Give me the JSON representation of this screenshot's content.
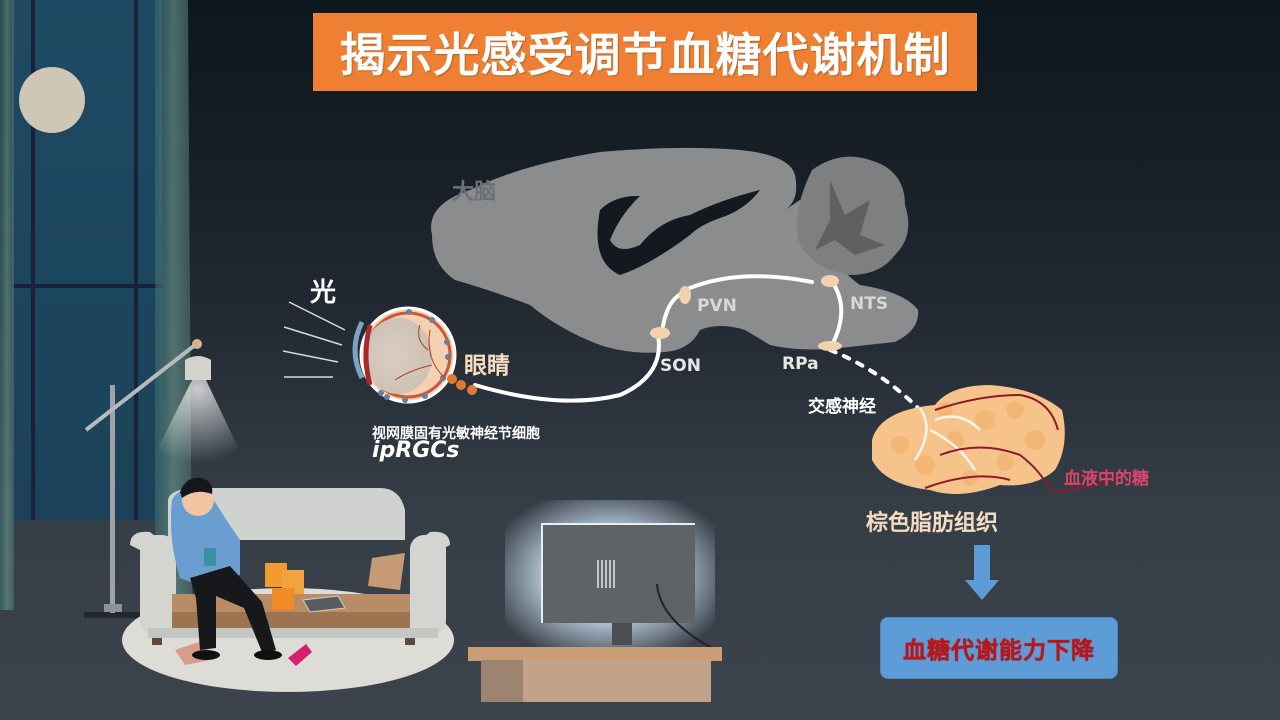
{
  "title": "揭示光感受调节血糖代谢机制",
  "labels": {
    "brain": "大脑",
    "light": "光",
    "eye": "眼睛",
    "iprgc_cn": "视网膜固有光敏神经节细胞",
    "iprgc_en": "ipRGCs",
    "son": "SON",
    "pvn": "PVN",
    "nts": "NTS",
    "rpa": "RPa",
    "sympathetic_nerve": "交感神经",
    "blood_sugar": "血液中的糖",
    "brown_fat": "棕色脂肪组织"
  },
  "result": {
    "text": "血糖代谢能力下降",
    "arrow": "down-arrow-icon"
  },
  "pathway": [
    "ipRGCs",
    "SON",
    "PVN",
    "NTS",
    "RPa",
    "交感神经",
    "棕色脂肪组织"
  ],
  "colors": {
    "title_bg": "#ef8033",
    "result_bg": "#5e9cd8",
    "result_text": "#c01313",
    "arrow": "#5e9cd8",
    "brain": "#8a8c8e",
    "fat": "#f6c48a",
    "vessel": "#8e1b2a",
    "blood_label": "#d9446b"
  }
}
